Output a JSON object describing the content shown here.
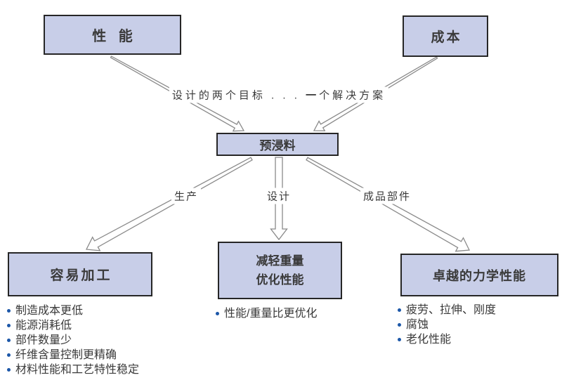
{
  "colors": {
    "box_fill": "#c8cee8",
    "box_border": "#262626",
    "arrow": "#8a8a8a",
    "bullet": "#1c57a8",
    "text": "#3a3a3a"
  },
  "boxes": {
    "performance": "性 能",
    "cost": "成本",
    "prepreg": "预浸料",
    "easy_processing": "容易加工",
    "weight_line1": "减轻重量",
    "weight_line2": "优化性能",
    "mechanical": "卓越的力学性能"
  },
  "sentence": {
    "part1": "设计的两个目标 . . . ",
    "bold": "一",
    "part2": "个解决方案"
  },
  "branch_labels": {
    "production": "生产",
    "design": "设计",
    "finished_parts": "成品部件"
  },
  "lists": {
    "easy_processing": [
      "制造成本更低",
      "能源消耗低",
      "部件数量少",
      "纤维含量控制更精确",
      "材料性能和工艺特性稳定"
    ],
    "weight": [
      "性能/重量比更优化"
    ],
    "mechanical": [
      "疲劳、拉伸、刚度",
      "腐蚀",
      "老化性能"
    ]
  }
}
